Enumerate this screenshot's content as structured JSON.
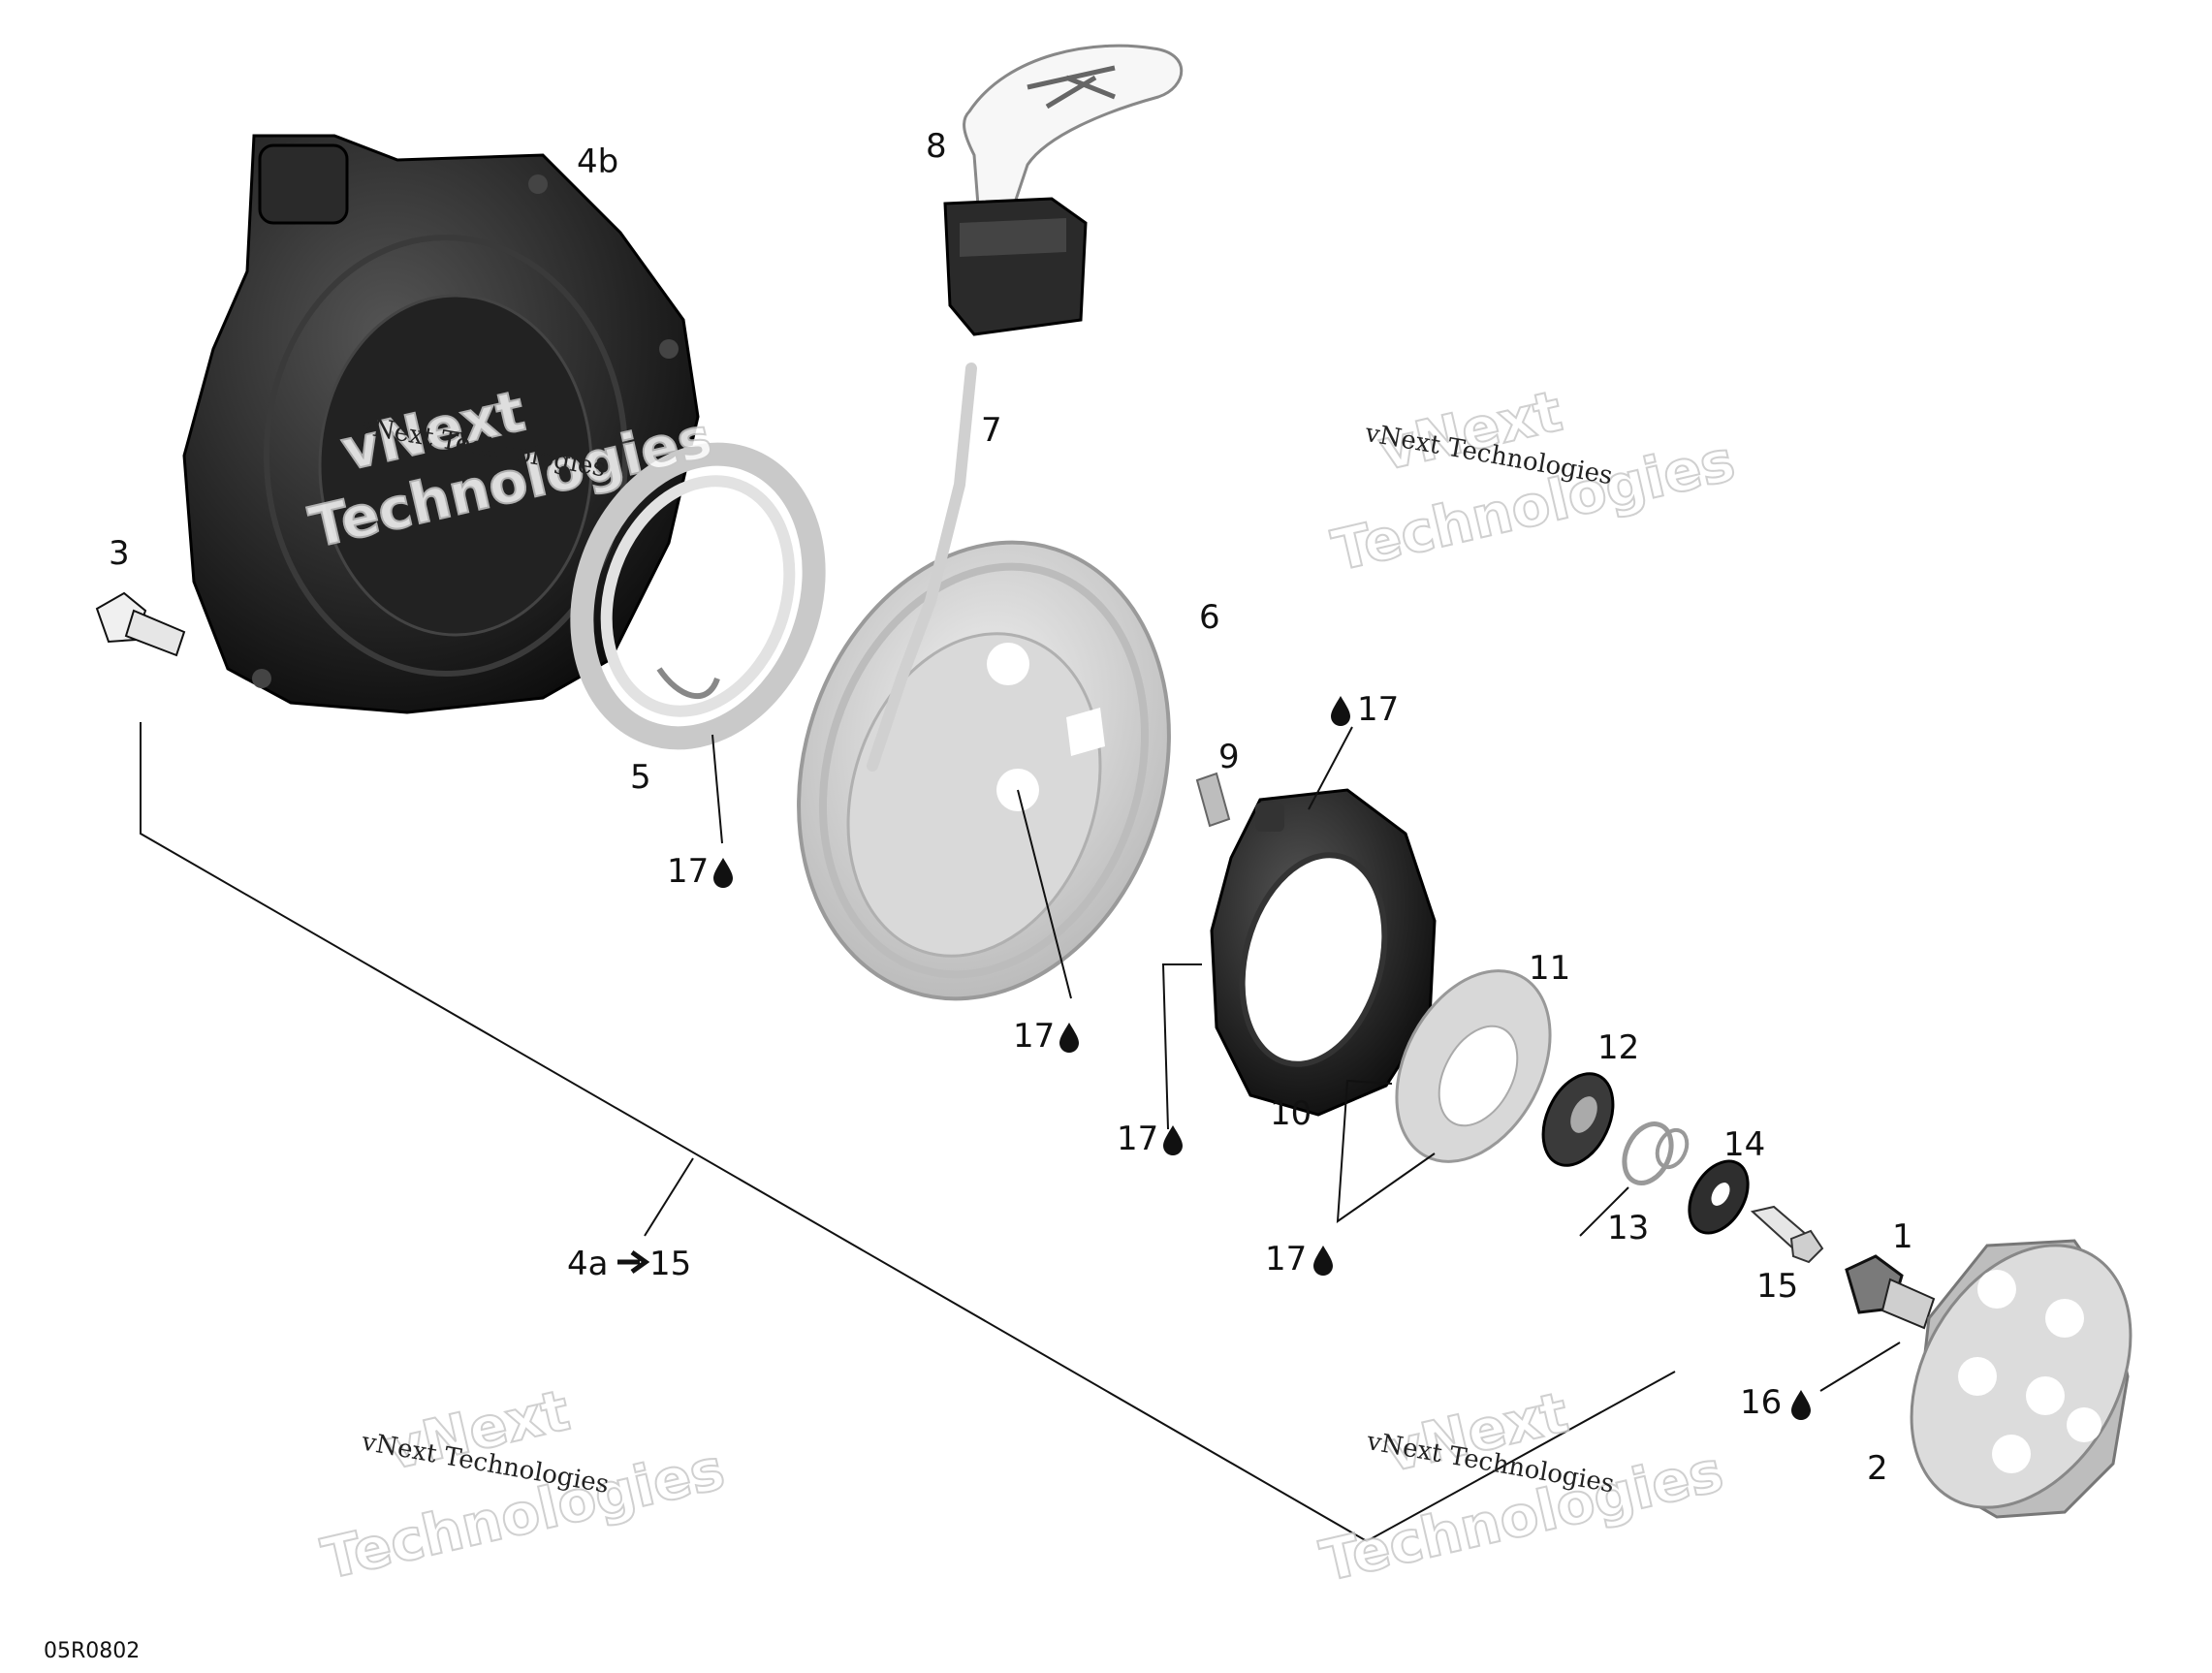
{
  "diagram": {
    "drawing_code": "05R0802",
    "watermark": {
      "small": "vNext Technologies",
      "big_line1": "vNext",
      "big_line2": "Technologies"
    },
    "callouts": {
      "c1": "1",
      "c2": "2",
      "c3": "3",
      "c4a": "4a",
      "c15_range": "15",
      "c4b": "4b",
      "c5": "5",
      "c6": "6",
      "c7": "7",
      "c8": "8",
      "c9": "9",
      "c10": "10",
      "c11": "11",
      "c12": "12",
      "c13": "13",
      "c14": "14",
      "c15": "15",
      "c16": "16",
      "c17": "17"
    },
    "colors": {
      "dark_part": "#1a1a1a",
      "light_part": "#d6d6d6",
      "line": "#111111"
    }
  }
}
